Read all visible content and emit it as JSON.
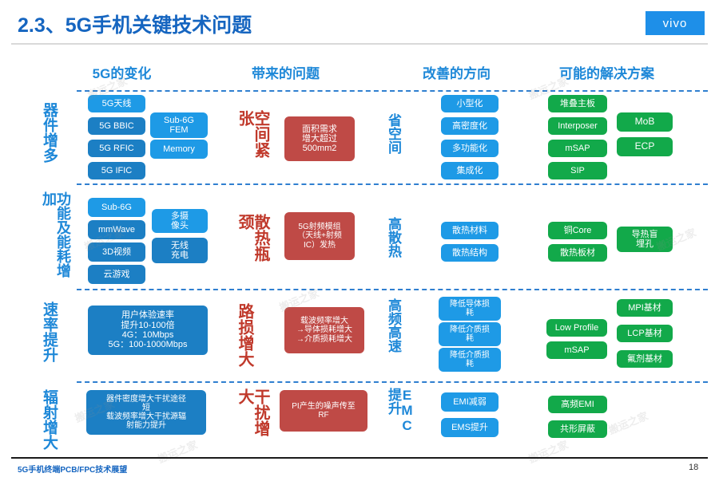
{
  "header": {
    "title": "2.3、5G手机关键技术问题",
    "logo": "vivo"
  },
  "columns": [
    {
      "label": "5G的变化"
    },
    {
      "label": "带来的问题"
    },
    {
      "label": "改善的方向"
    },
    {
      "label": "可能的解决方案"
    }
  ],
  "footer": {
    "text": "5G手机终端PCB/FPC技术展望",
    "page": "18"
  },
  "colors": {
    "title_blue": "#1565c0",
    "heading_blue": "#1e88d8",
    "box_blue": "#1e9ae6",
    "box_blue_dark": "#1c7fc4",
    "box_green": "#12a94a",
    "box_red": "#bf4a46",
    "label_red": "#c0392b",
    "vivo_blue": "#1e8fe8",
    "dash_blue": "#2f7fd0"
  },
  "rows": [
    {
      "change_label": "器件增多",
      "problem_label": "空间紧张",
      "direction_label": "省空间",
      "change_boxes_col1": [
        "5G天线",
        "5G BBIC",
        "5G RFIC",
        "5G IFIC"
      ],
      "change_boxes_col2": [
        "Sub-6G\nFEM",
        "Memory"
      ],
      "problem_box": "面积需求\n增大超过\n500mm2",
      "direction_boxes": [
        "小型化",
        "高密度化",
        "多功能化",
        "集成化"
      ],
      "solution_boxes_col1": [
        "堆叠主板",
        "Interposer",
        "mSAP",
        "SIP"
      ],
      "solution_boxes_col2": [
        "MoB",
        "ECP"
      ]
    },
    {
      "change_label": "功能及能耗增加",
      "problem_label": "散热瓶颈",
      "direction_label": "高散热",
      "change_boxes_col1": [
        "Sub-6G",
        "mmWave",
        "3D视频",
        "云游戏"
      ],
      "change_boxes_col2": [
        "多摄\n像头",
        "无线\n充电"
      ],
      "problem_box": "5G射频模组\n（天线+射频\nIC）发热",
      "direction_boxes": [
        "散热材料",
        "散热结构"
      ],
      "solution_boxes_col1": [
        "铜Core",
        "散热板材"
      ],
      "solution_boxes_col2": [
        "导热盲\n埋孔"
      ]
    },
    {
      "change_label": "速率提升",
      "problem_label": "路损增大",
      "direction_label": "高频高速",
      "change_boxes_col1": [
        "用户体验速率\n提升10-100倍\n4G：10Mbps\n5G：100-1000Mbps"
      ],
      "change_boxes_col2": [],
      "problem_box": "载波频率增大\n→导体损耗增大\n→介质损耗增大",
      "direction_boxes": [
        "降低导体损\n耗",
        "降低介质损\n耗",
        "降低介质损\n耗"
      ],
      "solution_boxes_col1": [
        "Low Profile",
        "mSAP"
      ],
      "solution_boxes_col2": [
        "MPI基材",
        "LCP基材",
        "氟剂基材"
      ]
    },
    {
      "change_label": "辐射增大",
      "problem_label": "干扰增大",
      "direction_label": "EMC提升",
      "change_boxes_col1": [
        "器件密度增大干扰途径\n短\n载波频率增大干扰源辐\n射能力提升"
      ],
      "change_boxes_col2": [],
      "problem_box": "PI产生的噪声传至\nRF",
      "direction_boxes": [
        "EMI减弱",
        "EMS提升"
      ],
      "solution_boxes_col1": [
        "高频EMI",
        "共形屏蔽"
      ],
      "solution_boxes_col2": []
    }
  ]
}
